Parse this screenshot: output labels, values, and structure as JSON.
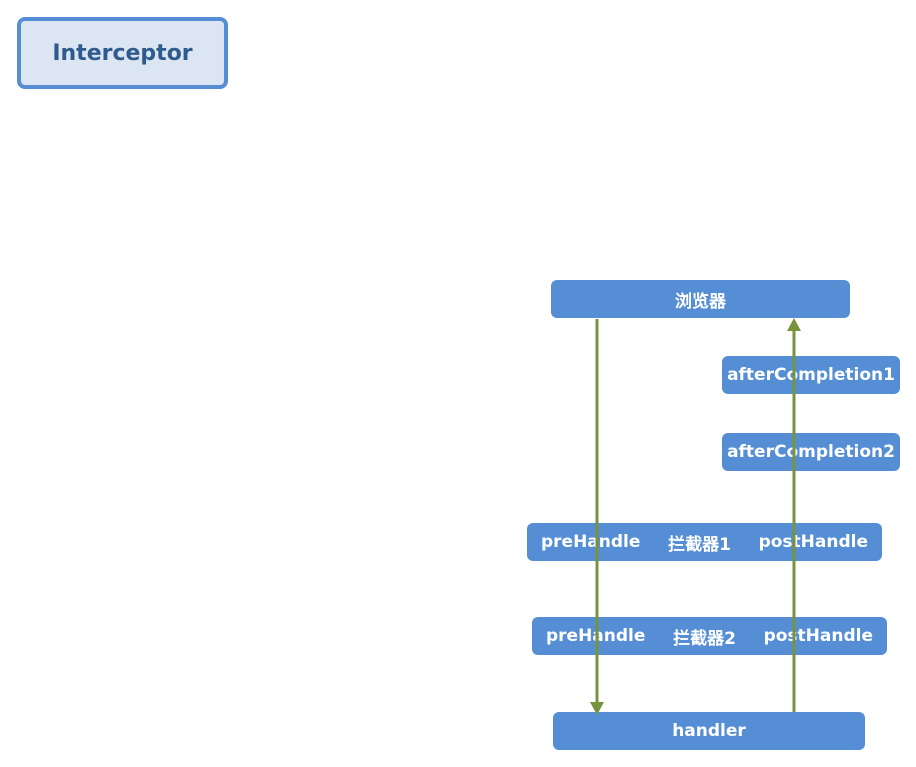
{
  "title": "Interceptor",
  "nodes": {
    "browser": "浏览器",
    "after_completion_1": "afterCompletion1",
    "after_completion_2": "afterCompletion2",
    "interceptor_1": {
      "pre": "preHandle",
      "name": "拦截器1",
      "post": "postHandle"
    },
    "interceptor_2": {
      "pre": "preHandle",
      "name": "拦截器2",
      "post": "postHandle"
    },
    "handler": "handler"
  },
  "colors": {
    "node_fill": "#558ed5",
    "title_fill": "#dce6f2",
    "title_border": "#558ed5",
    "title_text": "#2f5c8f",
    "arrow": "#77933c"
  }
}
